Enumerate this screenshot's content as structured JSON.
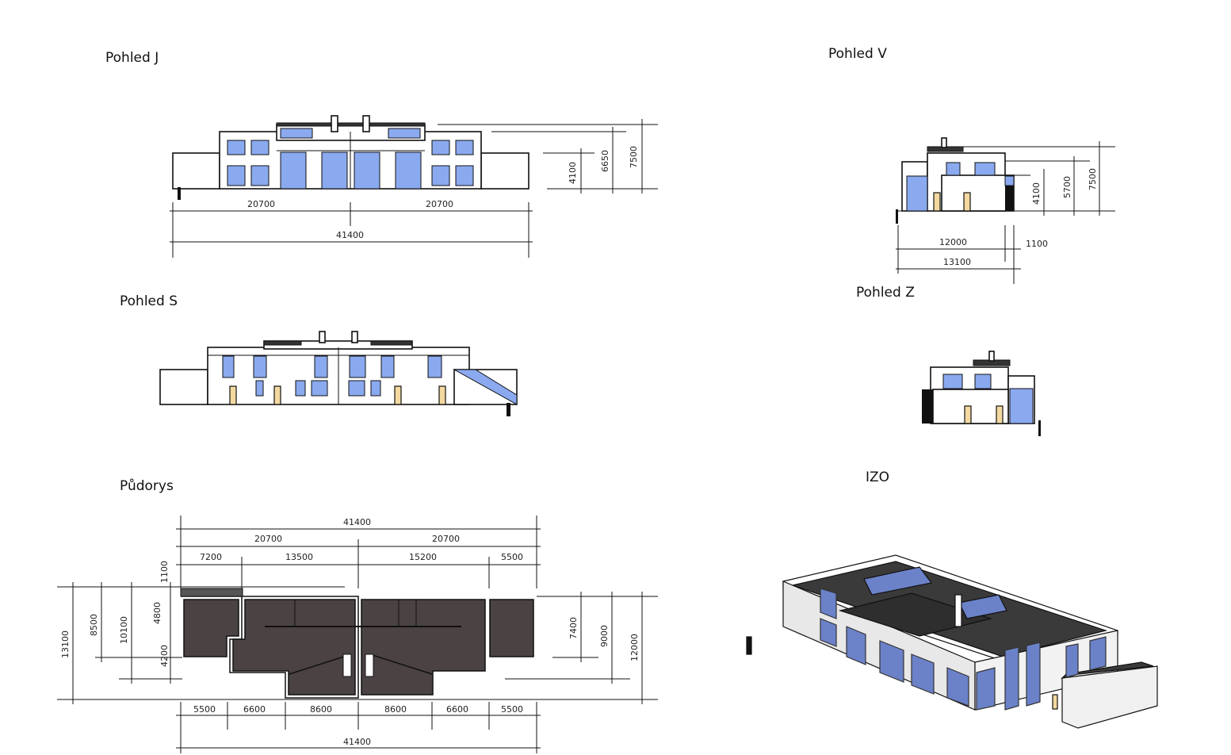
{
  "titles": {
    "south": "Pohled J",
    "east": "Pohled V",
    "north": "Pohled S",
    "west": "Pohled Z",
    "plan": "Půdorys",
    "iso": "IZO"
  },
  "south_view_dims": {
    "half_left": "20700",
    "half_right": "20700",
    "total": "41400",
    "h1": "4100",
    "h2": "6650",
    "h3": "7500"
  },
  "east_view_dims": {
    "width": "12000",
    "overhang": "1100",
    "total": "13100",
    "h1": "4100",
    "h2": "5700",
    "h3": "7500"
  },
  "plan_dims": {
    "top_total": "41400",
    "top_halves": [
      "20700",
      "20700"
    ],
    "top_segments": [
      "7200",
      "13500",
      "15200",
      "5500"
    ],
    "bottom_segments": [
      "5500",
      "6600",
      "8600",
      "8600",
      "6600",
      "5500"
    ],
    "bottom_total": "41400",
    "left": [
      "1100",
      "4800",
      "4200",
      "8500",
      "10100",
      "13100"
    ],
    "right": [
      "7400",
      "9000",
      "12000"
    ]
  },
  "colors": {
    "glass": "#8aa9ef",
    "door": "#f3d9a0",
    "plan_fill": "#4a4243"
  }
}
